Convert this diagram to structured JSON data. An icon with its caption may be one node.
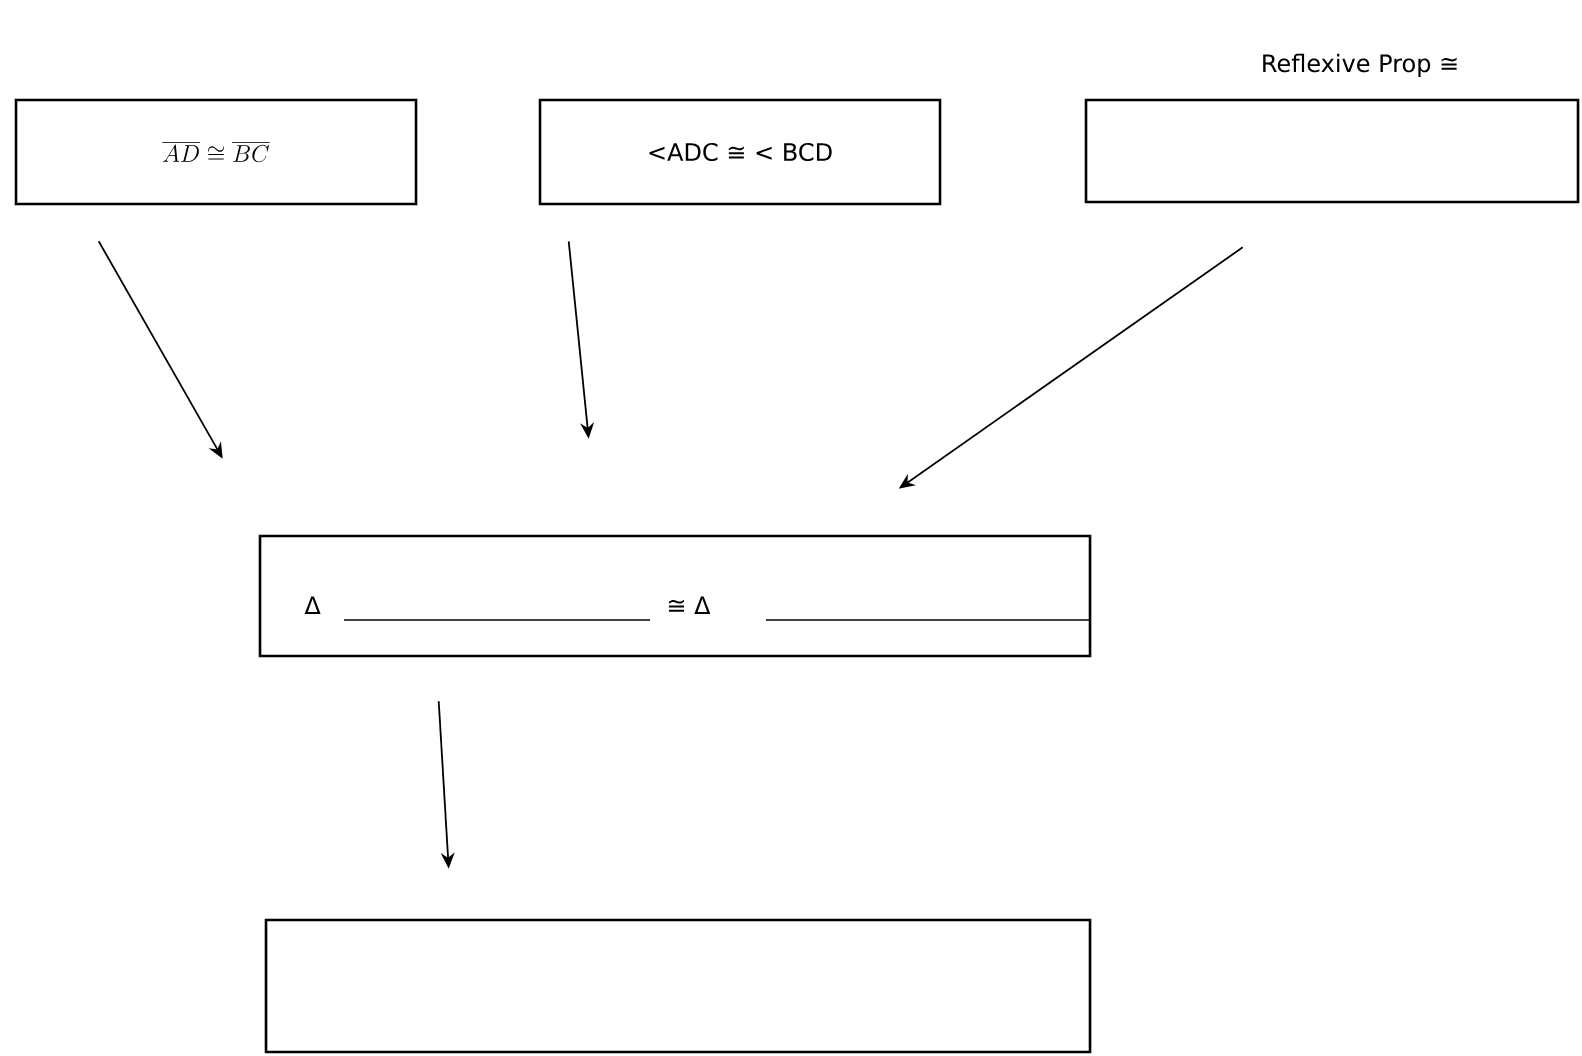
{
  "diagram": {
    "nodes": [
      {
        "text": [
          "\\overline{AD} \\cong \\overline{BC}"
        ]
      },
      {
        "text": [
          "<ADC ≅ < BCD"
        ]
      },
      {
        "text": [
          "Reflexive Prop ≅"
        ]
      },
      {
        "text": [
          "Δ",
          "≅ Δ"
        ]
      },
      {
        "text": [],
        "shape": "box"
      }
    ],
    "edges": [
      {
        "from": 0,
        "to": 3,
        "arrow": "to"
      },
      {
        "from": 1,
        "to": 3,
        "arrow": "to"
      },
      {
        "from": 2,
        "to": 3,
        "arrow": "to"
      },
      {
        "from": 3,
        "to": 4,
        "arrow": "to"
      }
    ]
  }
}
